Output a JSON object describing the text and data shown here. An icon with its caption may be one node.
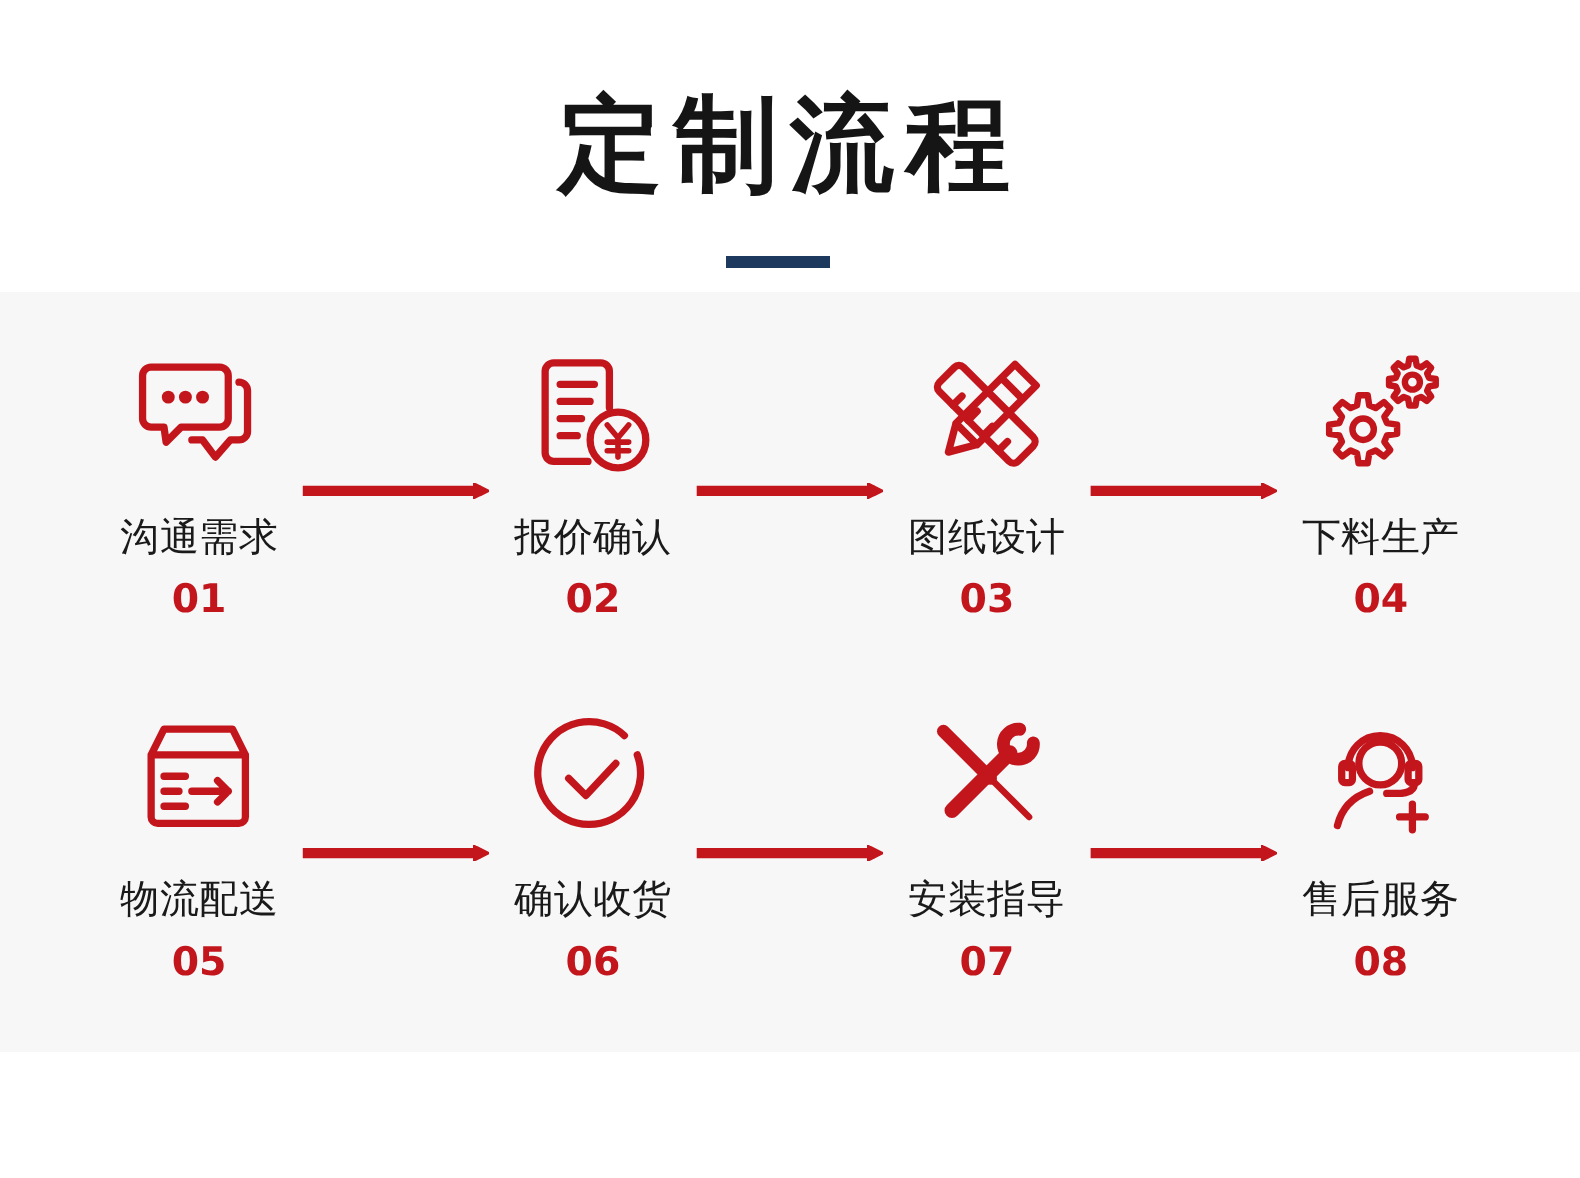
{
  "diagram": {
    "title": "定制流程",
    "nodes": [
      {
        "text": [
          "沟通需求",
          "01"
        ]
      },
      {
        "text": [
          "报价确认",
          "02"
        ]
      },
      {
        "text": [
          "图纸设计",
          "03"
        ]
      },
      {
        "text": [
          "下料生产",
          "04"
        ]
      },
      {
        "text": [
          "物流配送",
          "05"
        ]
      },
      {
        "text": [
          "确认收货",
          "06"
        ]
      },
      {
        "text": [
          "安装指导",
          "07"
        ]
      },
      {
        "text": [
          "售后服务",
          "08"
        ]
      }
    ],
    "edges": [
      {
        "from": 0,
        "to": 1,
        "arrow": "to"
      },
      {
        "from": 1,
        "to": 2,
        "arrow": "to"
      },
      {
        "from": 2,
        "to": 3,
        "arrow": "to"
      },
      {
        "from": 4,
        "to": 5,
        "arrow": "to"
      },
      {
        "from": 5,
        "to": 6,
        "arrow": "to"
      },
      {
        "from": 6,
        "to": 7,
        "arrow": "to"
      }
    ]
  }
}
